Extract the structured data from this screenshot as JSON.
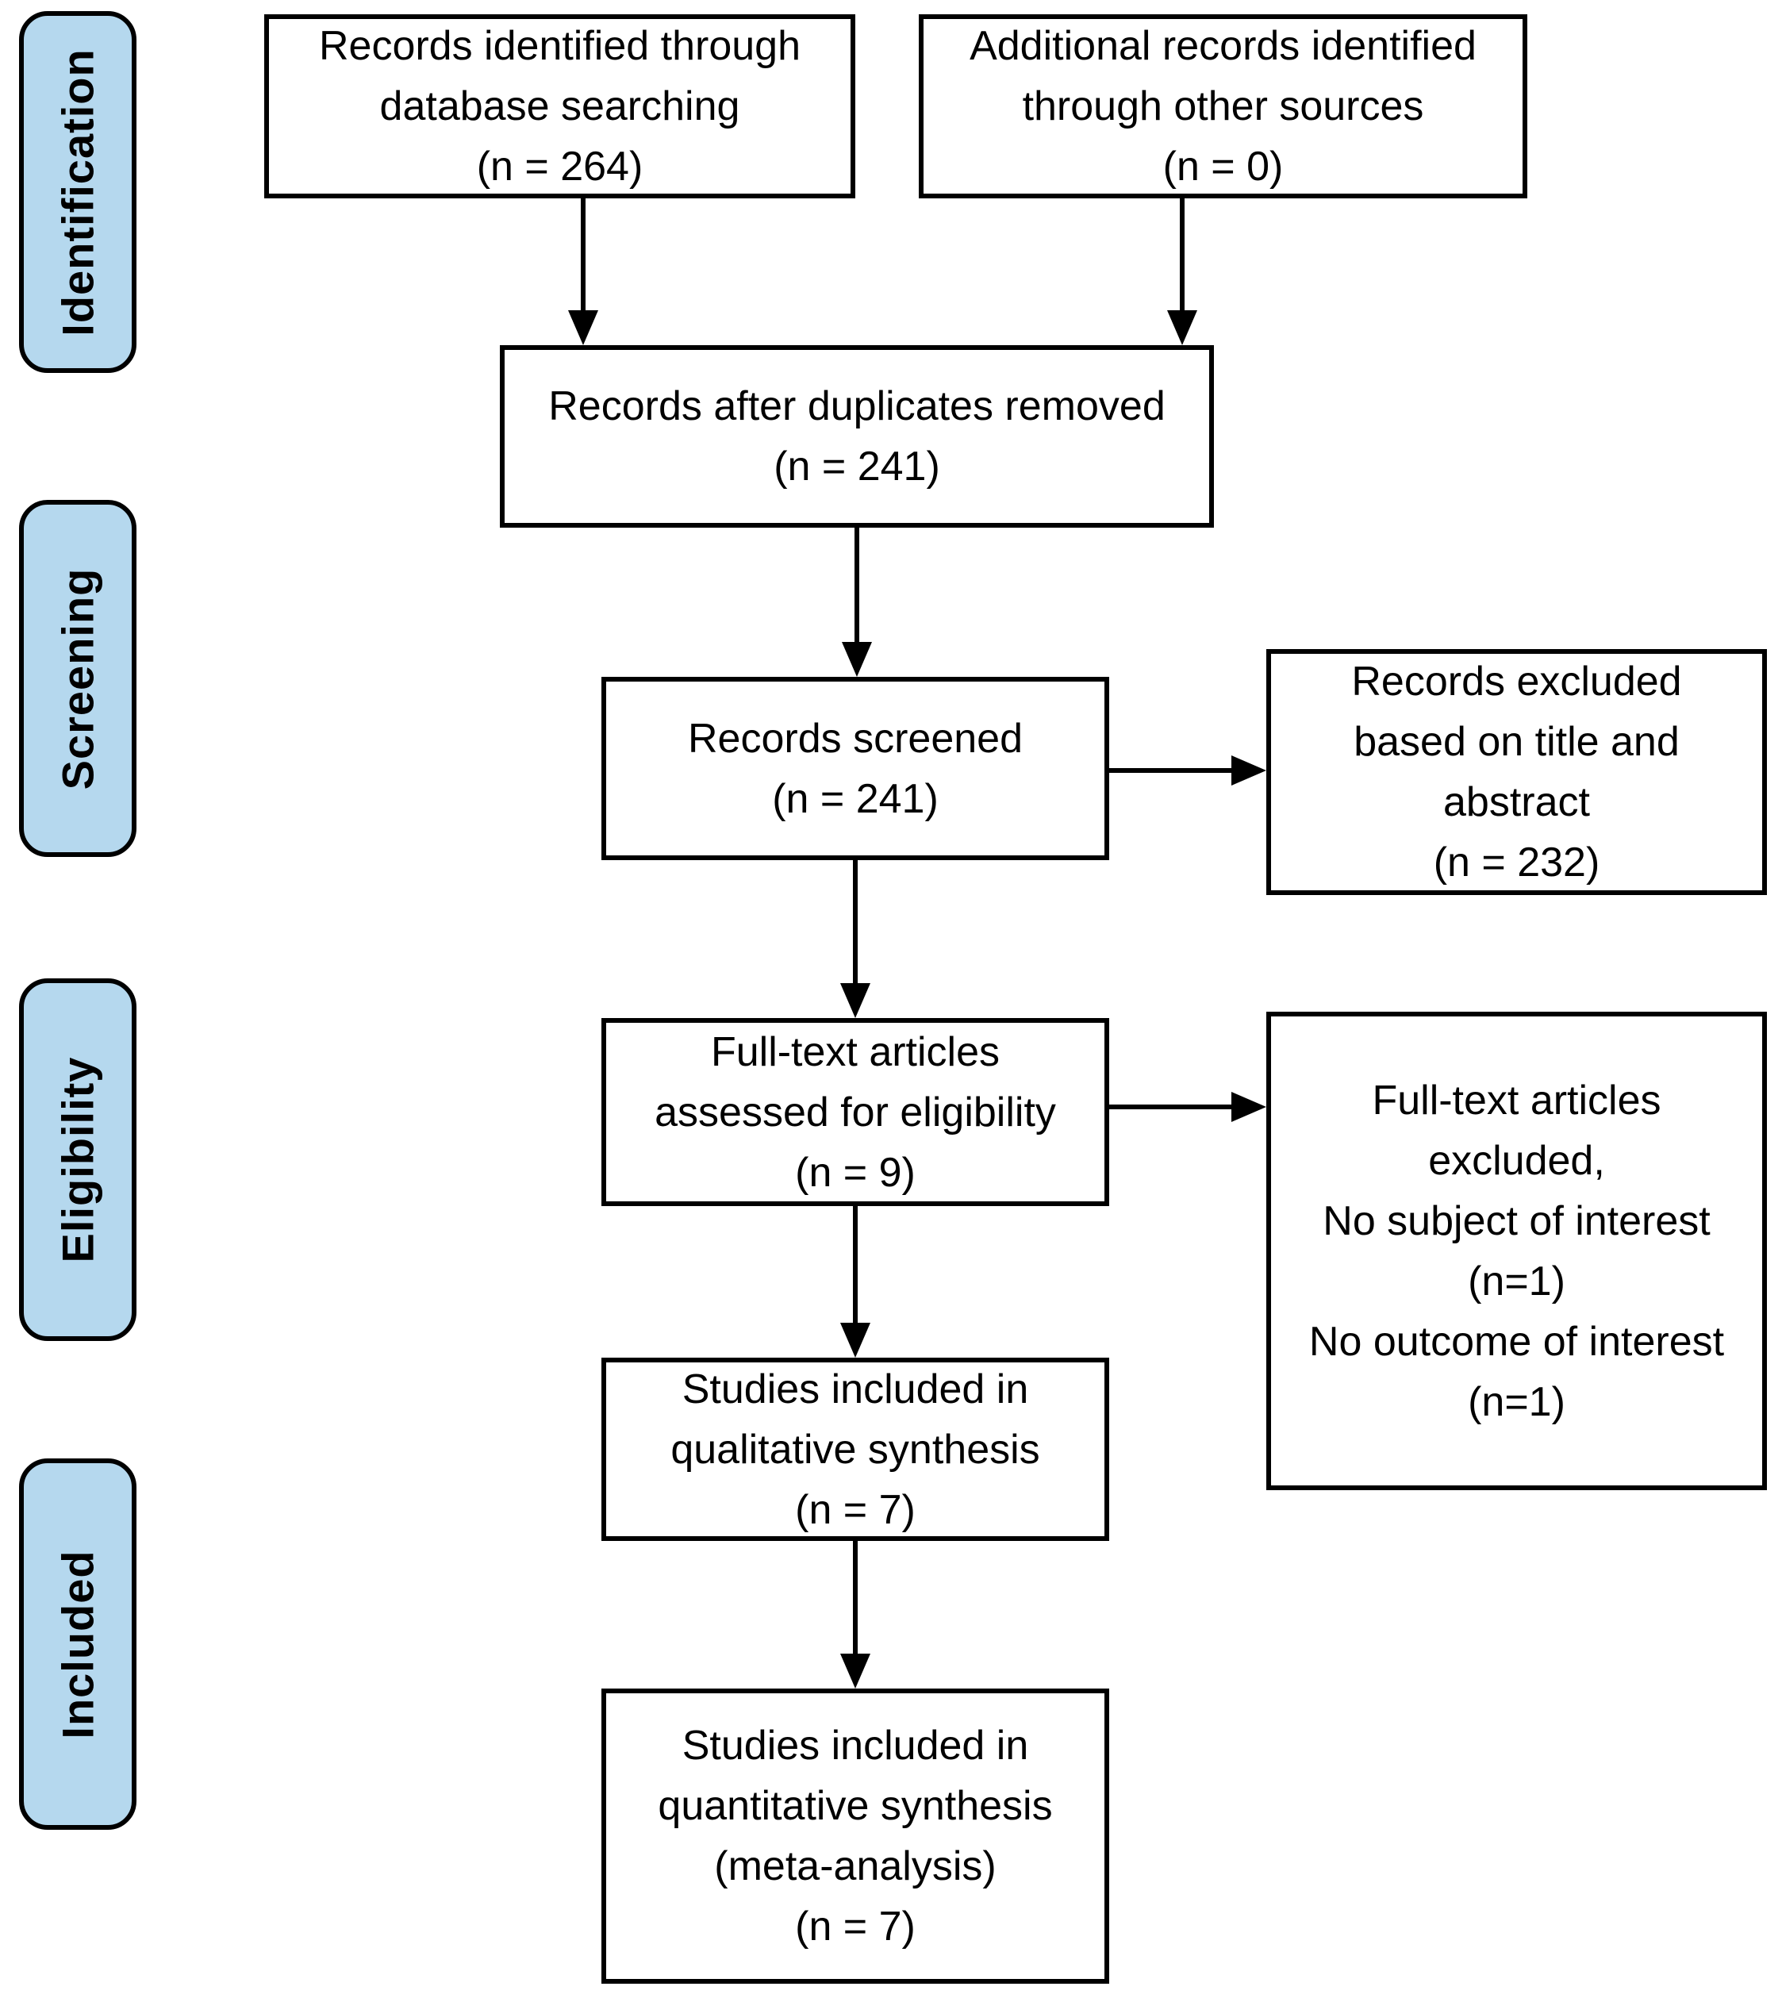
{
  "diagram": {
    "kind": "prisma-flow-diagram",
    "colors": {
      "stage_fill": "#b5d8ee",
      "stage_border": "#000000",
      "box_fill": "#ffffff",
      "box_border": "#000000",
      "arrow": "#000000",
      "text": "#000000"
    },
    "stages": [
      {
        "id": "identification",
        "label": "Identification"
      },
      {
        "id": "screening",
        "label": "Screening"
      },
      {
        "id": "eligibility",
        "label": "Eligibility"
      },
      {
        "id": "included",
        "label": "Included"
      }
    ],
    "boxes": {
      "records_identified": {
        "lines": [
          "Records identified through",
          "database searching",
          "(n = 264)"
        ]
      },
      "additional_records": {
        "lines": [
          "Additional records identified",
          "through other sources",
          "(n = 0)"
        ]
      },
      "after_duplicates": {
        "lines": [
          "Records after duplicates removed",
          "(n = 241)"
        ]
      },
      "records_screened": {
        "lines": [
          "Records screened",
          "(n = 241)"
        ]
      },
      "records_excluded": {
        "lines": [
          "Records excluded",
          "based on title and",
          "abstract",
          "(n = 232)"
        ]
      },
      "fulltext_assessed": {
        "lines": [
          "Full-text articles",
          "assessed for eligibility",
          "(n = 9)"
        ]
      },
      "fulltext_excluded": {
        "lines": [
          "Full-text articles",
          "excluded,",
          "No subject of interest",
          "(n=1)",
          "No outcome of interest",
          "(n=1)"
        ]
      },
      "qualitative": {
        "lines": [
          "Studies included in",
          "qualitative synthesis",
          "(n = 7)"
        ]
      },
      "quantitative": {
        "lines": [
          "Studies included in",
          "quantitative synthesis",
          "(meta-analysis)",
          "(n = 7)"
        ]
      }
    }
  }
}
